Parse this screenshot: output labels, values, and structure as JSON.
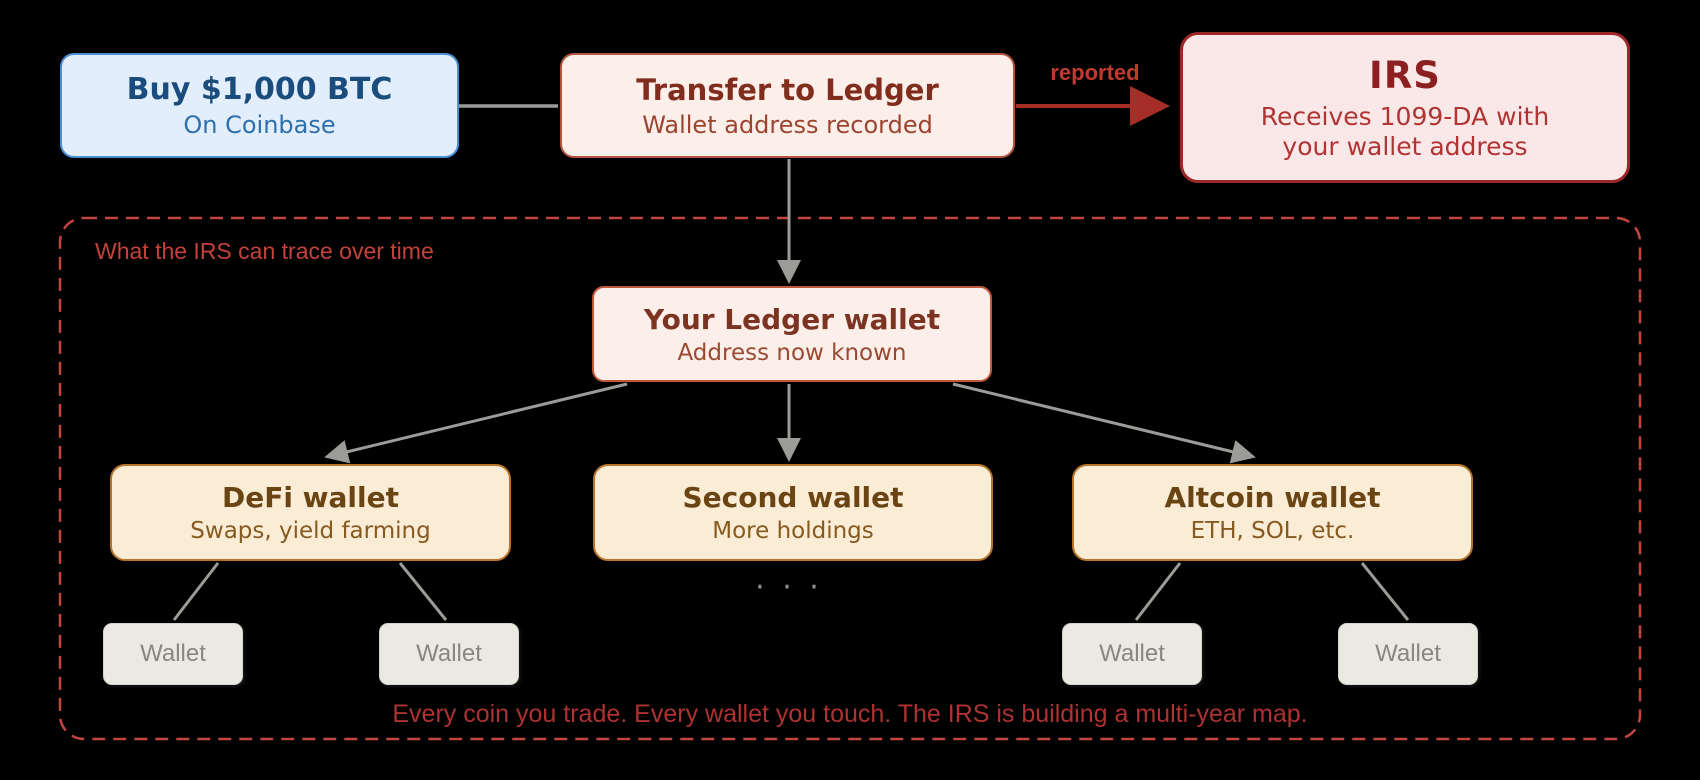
{
  "diagram": {
    "flow": {
      "buy": {
        "title": "Buy $1,000 BTC",
        "subtitle": "On Coinbase"
      },
      "transfer": {
        "title": "Transfer to Ledger",
        "subtitle": "Wallet address recorded"
      },
      "reported_label": "reported",
      "irs": {
        "title": "IRS",
        "subtitle": "Receives 1099-DA with your wallet address"
      }
    },
    "trace": {
      "label": "What the IRS can trace over time",
      "ledger": {
        "title": "Your Ledger wallet",
        "subtitle": "Address now known"
      },
      "children": [
        {
          "title": "DeFi wallet",
          "subtitle": "Swaps, yield farming"
        },
        {
          "title": "Second wallet",
          "subtitle": "More holdings"
        },
        {
          "title": "Altcoin wallet",
          "subtitle": "ETH, SOL, etc."
        }
      ],
      "ellipsis": "· · ·",
      "wallet_label": "Wallet",
      "footer": "Every coin you trade. Every wallet you touch. The IRS is building a multi-year map."
    },
    "colors": {
      "background": "#000000",
      "buy_accent": "#4a8fd3",
      "flow_accent": "#b3543c",
      "irs_accent": "#9e2626",
      "reported_red": "#bf3b2f",
      "connector_gray": "#9b9b97",
      "trace_border": "#c24540",
      "wallet_accent": "#b5732b"
    }
  }
}
